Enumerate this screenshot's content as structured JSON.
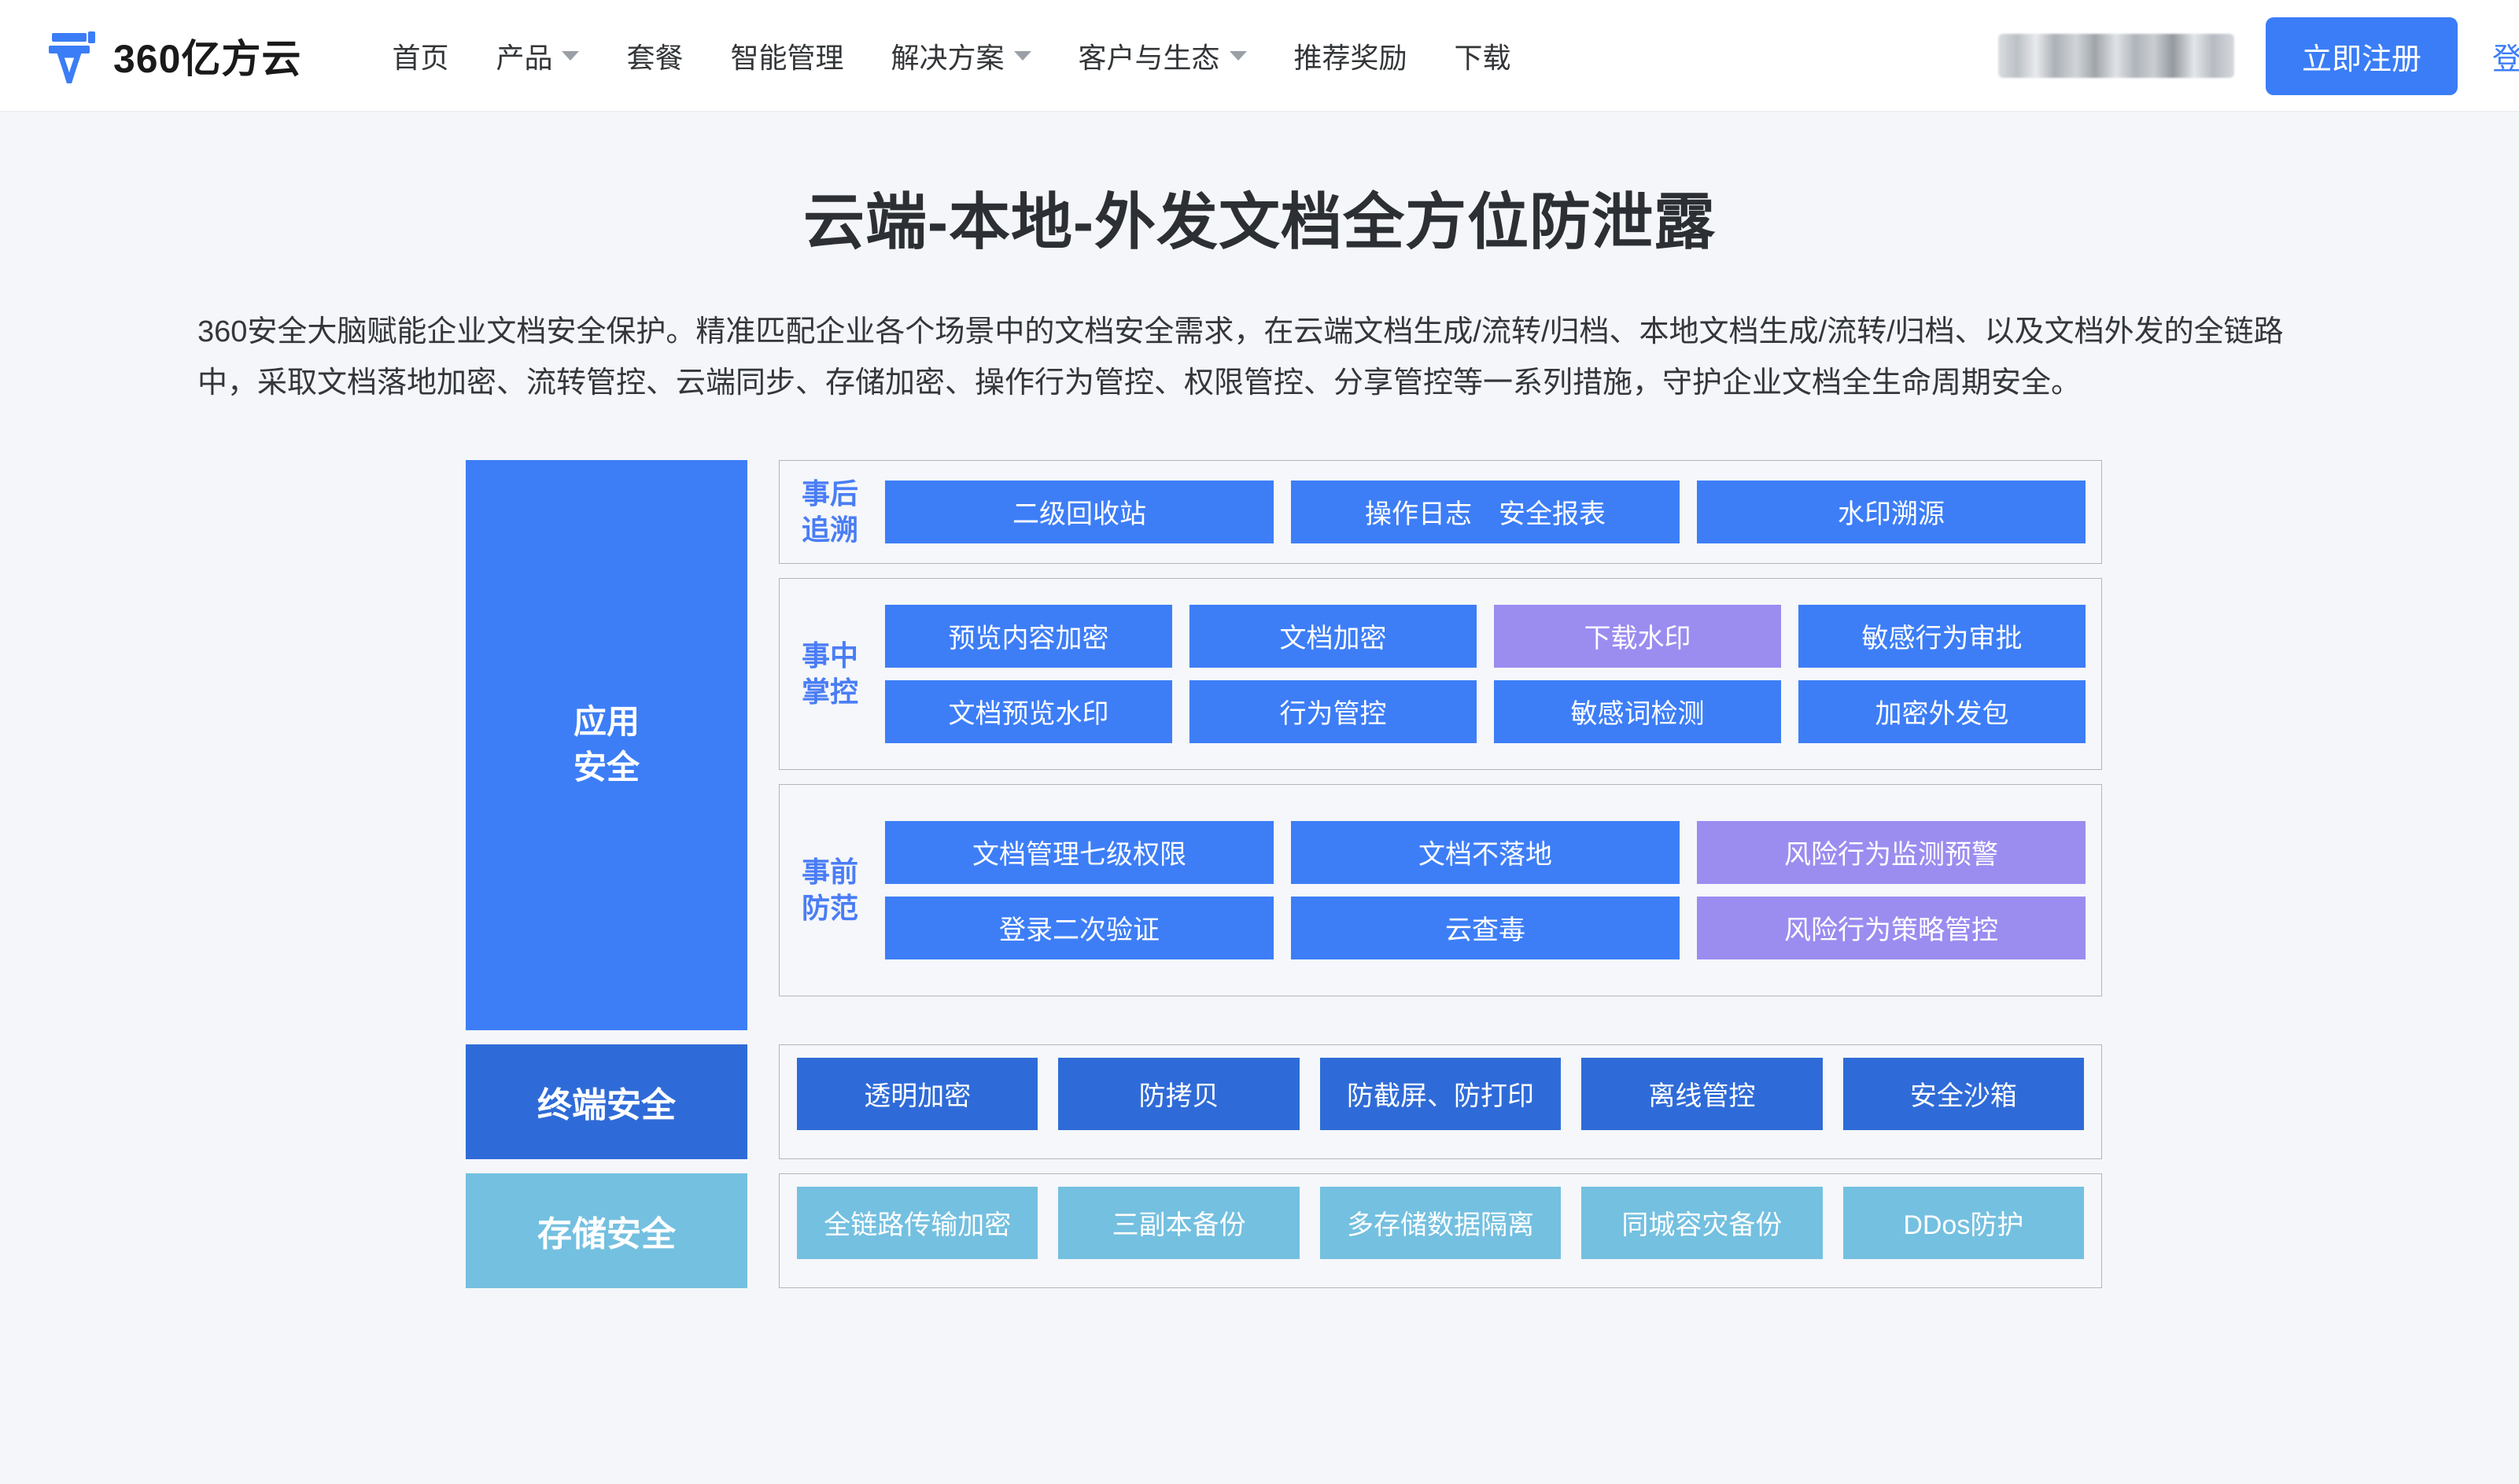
{
  "header": {
    "logo_text": "360亿方云",
    "logo_icon": "360-yifangyun-logo-icon",
    "nav": [
      {
        "label": "首页",
        "has_dropdown": false
      },
      {
        "label": "产品",
        "has_dropdown": true
      },
      {
        "label": "套餐",
        "has_dropdown": false
      },
      {
        "label": "智能管理",
        "has_dropdown": false
      },
      {
        "label": "解决方案",
        "has_dropdown": true
      },
      {
        "label": "客户与生态",
        "has_dropdown": true
      },
      {
        "label": "推荐奖励",
        "has_dropdown": false
      },
      {
        "label": "下载",
        "has_dropdown": false
      }
    ],
    "register_label": "立即注册",
    "login_label": "登录",
    "accent_color": "#3b7df6"
  },
  "hero": {
    "title": "云端-本地-外发文档全方位防泄露",
    "description": "360安全大脑赋能企业文档安全保护。精准匹配企业各个场景中的文档安全需求，在云端文档生成/流转/归档、本地文档生成/流转/归档、以及文档外发的全链路中，采取文档落地加密、流转管控、云端同步、存储加密、操作行为管控、权限管控、分享管控等一系列措施，守护企业文档全生命周期安全。"
  },
  "diagram": {
    "colors": {
      "blue": "#3d7ef7",
      "purple": "#9b8cf0",
      "dark_blue": "#2f6bd8",
      "light_blue": "#74c0e0",
      "group_bg": "#f5f7fa",
      "group_border": "#b2b6bd",
      "label_blue": "#4a7df5"
    },
    "bands": [
      {
        "side_label": "应用\n安全",
        "side_style": "blue",
        "groups": [
          {
            "label": "事后\n追溯",
            "rows": [
              [
                {
                  "label": "二级回收站",
                  "color": "blue"
                },
                {
                  "label": "操作日志　安全报表",
                  "color": "blue"
                },
                {
                  "label": "水印溯源",
                  "color": "blue"
                }
              ]
            ]
          },
          {
            "label": "事中\n掌控",
            "rows": [
              [
                {
                  "label": "预览内容加密",
                  "color": "blue"
                },
                {
                  "label": "文档加密",
                  "color": "blue"
                },
                {
                  "label": "下载水印",
                  "color": "purple"
                },
                {
                  "label": "敏感行为审批",
                  "color": "blue"
                }
              ],
              [
                {
                  "label": "文档预览水印",
                  "color": "blue"
                },
                {
                  "label": "行为管控",
                  "color": "blue"
                },
                {
                  "label": "敏感词检测",
                  "color": "blue"
                },
                {
                  "label": "加密外发包",
                  "color": "blue"
                }
              ]
            ]
          },
          {
            "label": "事前\n防范",
            "rows": [
              [
                {
                  "label": "文档管理七级权限",
                  "color": "blue"
                },
                {
                  "label": "文档不落地",
                  "color": "blue"
                },
                {
                  "label": "风险行为监测预警",
                  "color": "purple"
                }
              ],
              [
                {
                  "label": "登录二次验证",
                  "color": "blue"
                },
                {
                  "label": "云查毒",
                  "color": "blue"
                },
                {
                  "label": "风险行为策略管控",
                  "color": "purple"
                }
              ]
            ]
          }
        ]
      },
      {
        "side_label": "终端安全",
        "side_style": "dark",
        "flat_cells": [
          {
            "label": "透明加密",
            "color": "dark"
          },
          {
            "label": "防拷贝",
            "color": "dark"
          },
          {
            "label": "防截屏、防打印",
            "color": "dark"
          },
          {
            "label": "离线管控",
            "color": "dark"
          },
          {
            "label": "安全沙箱",
            "color": "dark"
          }
        ]
      },
      {
        "side_label": "存储安全",
        "side_style": "light",
        "flat_cells": [
          {
            "label": "全链路传输加密",
            "color": "light"
          },
          {
            "label": "三副本备份",
            "color": "light"
          },
          {
            "label": "多存储数据隔离",
            "color": "light"
          },
          {
            "label": "同城容灾备份",
            "color": "light"
          },
          {
            "label": "DDos防护",
            "color": "light"
          }
        ]
      }
    ]
  }
}
